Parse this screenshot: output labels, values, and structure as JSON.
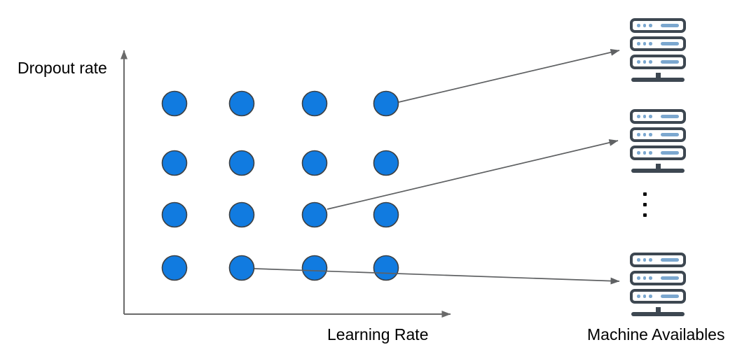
{
  "diagram": {
    "y_axis_label": "Dropout rate",
    "x_axis_label": "Learning Rate",
    "machines_label": "Machine Availables"
  },
  "chart_data": {
    "type": "scatter",
    "title": "",
    "xlabel": "Learning Rate",
    "ylabel": "Dropout rate",
    "grid": {
      "rows": 4,
      "cols": 4,
      "col_x": [
        249,
        345,
        449,
        551
      ],
      "row_y": [
        148,
        233,
        307,
        383
      ],
      "dot_radius": 17.5,
      "dot_fill": "#117be0",
      "dot_stroke": "#3d4043"
    },
    "axes": {
      "origin": [
        177,
        449
      ],
      "x_end": [
        643,
        449
      ],
      "y_end": [
        177,
        72
      ],
      "color": "#6a6a6a"
    },
    "mapping_arrows": [
      {
        "from": [
          569,
          146
        ],
        "to": [
          884,
          72
        ]
      },
      {
        "from": [
          467,
          299
        ],
        "to": [
          882,
          201
        ]
      },
      {
        "from": [
          363,
          384
        ],
        "to": [
          884,
          402
        ]
      }
    ],
    "arrow_color": "#5f6163"
  },
  "machines": {
    "count_visible": 3,
    "ellipsis": "⋮",
    "outline_color": "#3d4751",
    "accent_color": "#7ba7cf"
  }
}
